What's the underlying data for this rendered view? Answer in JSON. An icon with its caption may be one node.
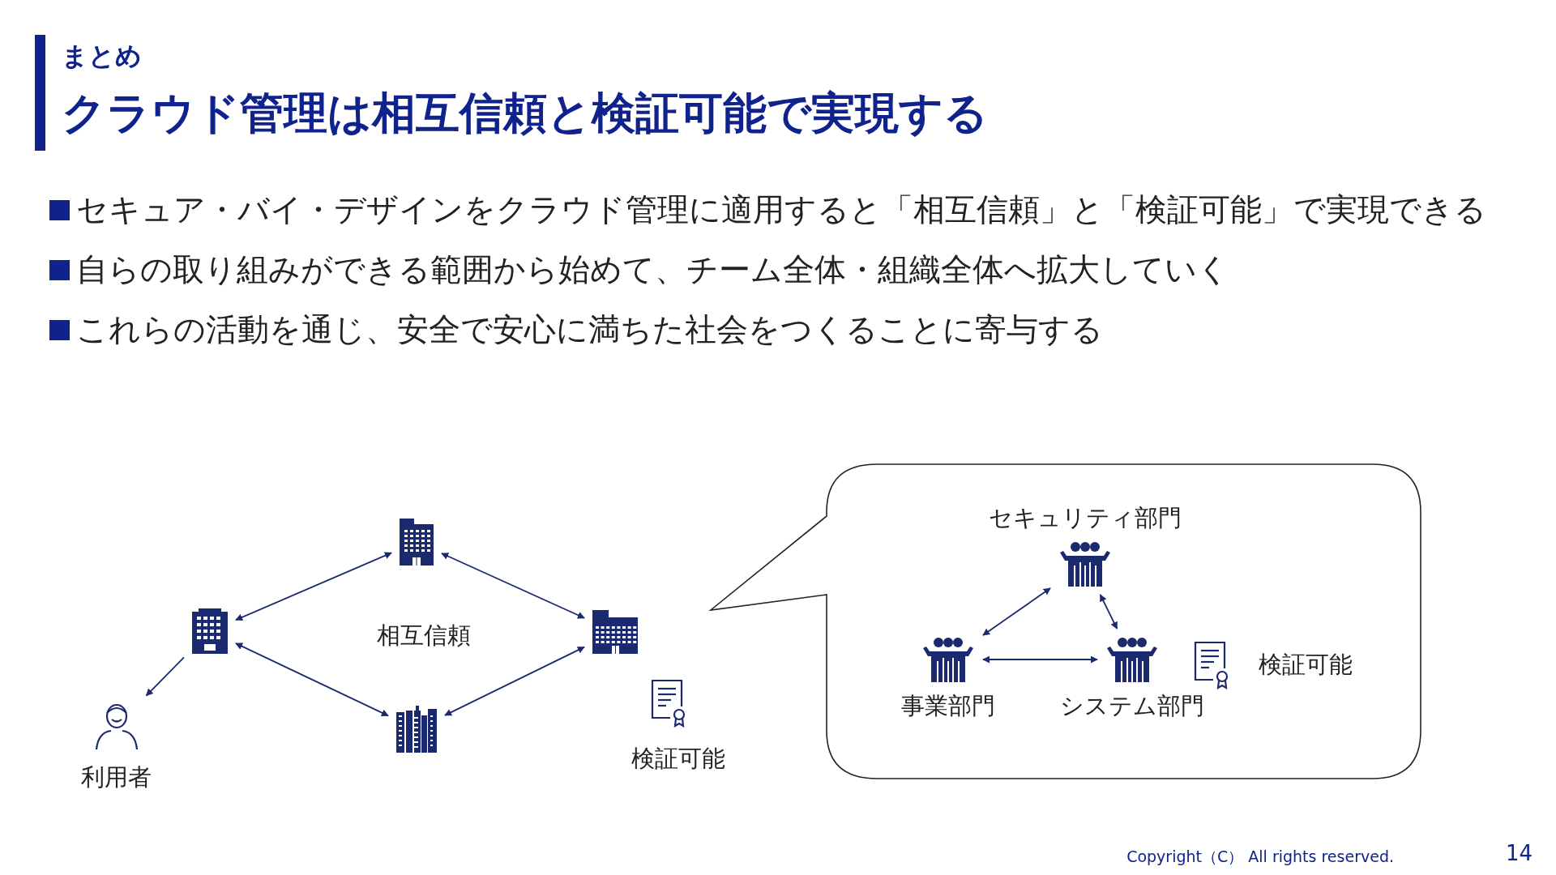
{
  "diagram": {
    "title": "クラウド管理は相互信頼と検証可能で実現する",
    "nodes": [
      {
        "text": [],
        "shape": "building"
      },
      {
        "text": [],
        "shape": "building"
      },
      {
        "text": [],
        "shape": "building"
      },
      {
        "text": [],
        "shape": "building"
      },
      {
        "text": [
          "利用者"
        ]
      },
      {
        "text": [],
        "shape": "bubble"
      },
      {
        "text": [
          "セキュリティ部門"
        ],
        "in": 5
      },
      {
        "text": [
          "事業部門"
        ],
        "in": 5
      },
      {
        "text": [
          "システム部門"
        ],
        "in": 5
      }
    ],
    "edges": [
      {
        "from": 1,
        "to": 0,
        "arrow": "both"
      },
      {
        "from": 0,
        "to": 2,
        "arrow": "both"
      },
      {
        "from": 1,
        "to": 3,
        "arrow": "both"
      },
      {
        "from": 3,
        "to": 2,
        "arrow": "both"
      },
      {
        "from": 1,
        "to": 4,
        "arrow": "to"
      },
      {
        "from": 6,
        "to": 7,
        "arrow": "both"
      },
      {
        "from": 6,
        "to": 8,
        "arrow": "both"
      },
      {
        "from": 7,
        "to": 8,
        "arrow": "both"
      }
    ],
    "labels": [
      "まとめ",
      "セキュア・バイ・デザインをクラウド管理に適用すると「相互信頼」と「検証可能」で実現できる",
      "自らの取り組みができる範囲から始めて、チーム全体・組織全体へ拡大していく",
      "これらの活動を通じ、安全で安心に満ちた社会をつくることに寄与する",
      "相互信頼",
      "検証可能",
      "検証可能",
      "Copyright（C） All rights reserved.",
      "14"
    ]
  }
}
